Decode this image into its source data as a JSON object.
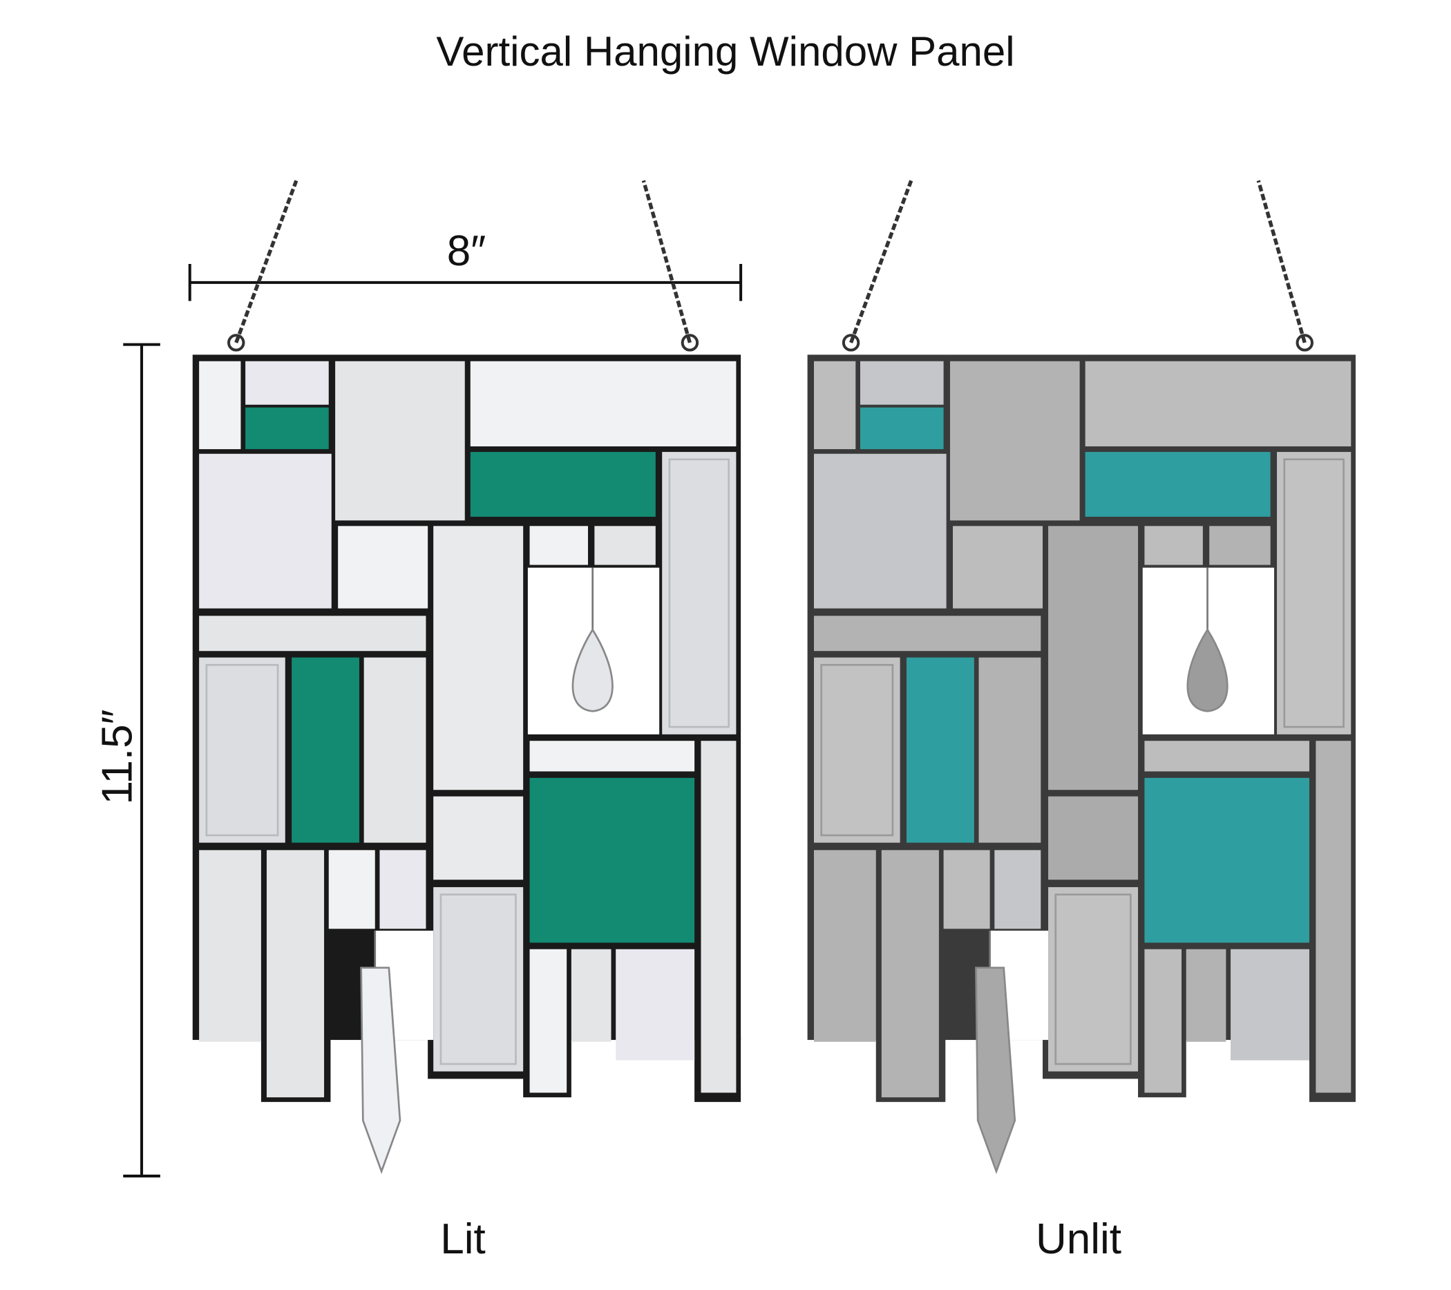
{
  "title": "Vertical Hanging Window Panel",
  "dimensions": {
    "width": "8″",
    "height": "11.5″"
  },
  "panels": [
    {
      "label": "Lit",
      "glass_accent": "#138a72",
      "clear": "#eef0f1"
    },
    {
      "label": "Unlit",
      "glass_accent": "#2f9ea0",
      "clear": "#b9b9b9"
    }
  ]
}
